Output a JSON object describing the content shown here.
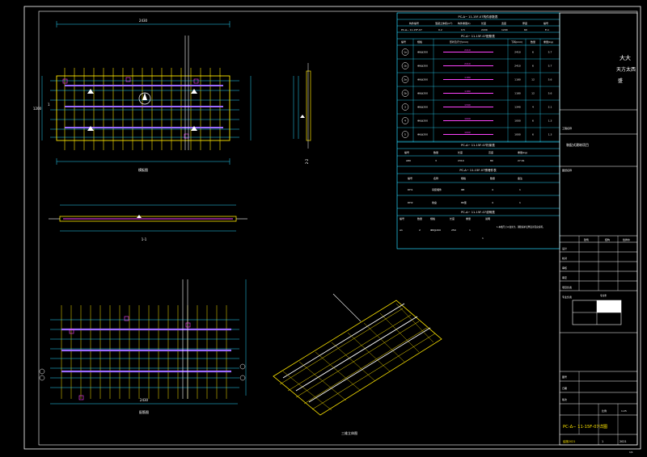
{
  "drawing": {
    "number": "PC-Δ− 11-15F-07详图",
    "scale": "1:25",
    "sheet": "第 1 张",
    "page_mark": "1/1"
  },
  "views": {
    "plan_title": "模板图",
    "plan_section_mark": "1",
    "section_1_title": "1-1",
    "section_2_title": "2-2",
    "rebar_title": "配筋图",
    "iso_title": "三维立体图",
    "top_dim": "2430",
    "side_dim": "1200",
    "bottom_dim": "2430"
  },
  "tables": {
    "component_title": "PC-Δ− 11-15F-07构件参数表",
    "component_headers": [
      "构件编号",
      "混凝土体积(m³)",
      "构件重量(t)",
      "长度",
      "宽度",
      "厚度",
      "编号"
    ],
    "component_row": [
      "PC-Δ− 11-15F-07",
      "0.2",
      "0.5",
      "2430",
      "1200",
      "60",
      "E-1"
    ],
    "rebar_title": "PC-Δ− 11-15F-07配筋表",
    "rebar_headers": [
      "编号",
      "规格",
      "形状及尺寸(mm)",
      "下料(mm)",
      "数量",
      "重量(kg)"
    ],
    "rebar_rows": [
      {
        "id": "1a",
        "spec": "Φ8@200",
        "len": "2410",
        "qty": "6",
        "wt": "5.7"
      },
      {
        "id": "1b",
        "spec": "Φ8@200",
        "len": "2410",
        "qty": "6",
        "wt": "5.7"
      },
      {
        "id": "2a",
        "spec": "Φ8@200",
        "len": "1180",
        "qty": "12",
        "wt": "5.6"
      },
      {
        "id": "2b",
        "spec": "Φ8@200",
        "len": "1180",
        "qty": "12",
        "wt": "5.6"
      },
      {
        "id": "3",
        "spec": "Φ8@200",
        "len": "1340",
        "qty": "4",
        "wt": "2.1"
      },
      {
        "id": "4",
        "spec": "Φ6@200",
        "len": "1000",
        "qty": "6",
        "wt": "1.3"
      },
      {
        "id": "5",
        "spec": "Φ6@200",
        "len": "1000",
        "qty": "6",
        "wt": "1.3"
      }
    ],
    "truss_title": "PC-Δ− 11-15F-07桁架表",
    "truss_headers": [
      "编号",
      "数量",
      "长度",
      "高度",
      "重量(kg)"
    ],
    "truss_row": [
      "A80",
      "3",
      "2310",
      "80",
      "27.61"
    ],
    "embed_title": "PC-Δ− 11-15F-07预埋件表",
    "embed_headers": [
      "编号",
      "名称",
      "规格",
      "数量",
      "备注"
    ],
    "embed_rows": [
      [
        "DH1",
        "吊装埋件",
        "Φ8",
        "4",
        "1"
      ],
      [
        "DH2",
        "线盒",
        "86型",
        "4",
        "1"
      ]
    ],
    "note_title": "PC-Δ− 11-15F-07说明表",
    "note_headers": [
      "编号",
      "数量",
      "规格",
      "长度",
      "重量",
      "说明"
    ],
    "note_row": [
      "A1",
      "2",
      "Φ8@200",
      "250",
      "1",
      "1"
    ],
    "note_text": "1.本图尺寸以毫米计。钢筋保护层厚度详见总说明。"
  },
  "title_block": {
    "company": "大大",
    "company2": "天方太西",
    "company3": "盛",
    "project_label": "工程名称",
    "project_value": "装配式建筑项目",
    "sheet_label": "图纸名称",
    "rows": [
      "设计",
      "校对",
      "审核",
      "审定",
      "项目负责",
      "专业负责"
    ],
    "stamp_a": "建筑",
    "stamp_b": "结构",
    "stamp_c": "给排水",
    "cert_label": "专业章",
    "date_label": "日期",
    "date_value": "2021",
    "ver_label": "版次",
    "ver_value": "1",
    "scale_label": "比例",
    "figure_no_label": "图号",
    "bottom_code": "结施2021"
  }
}
